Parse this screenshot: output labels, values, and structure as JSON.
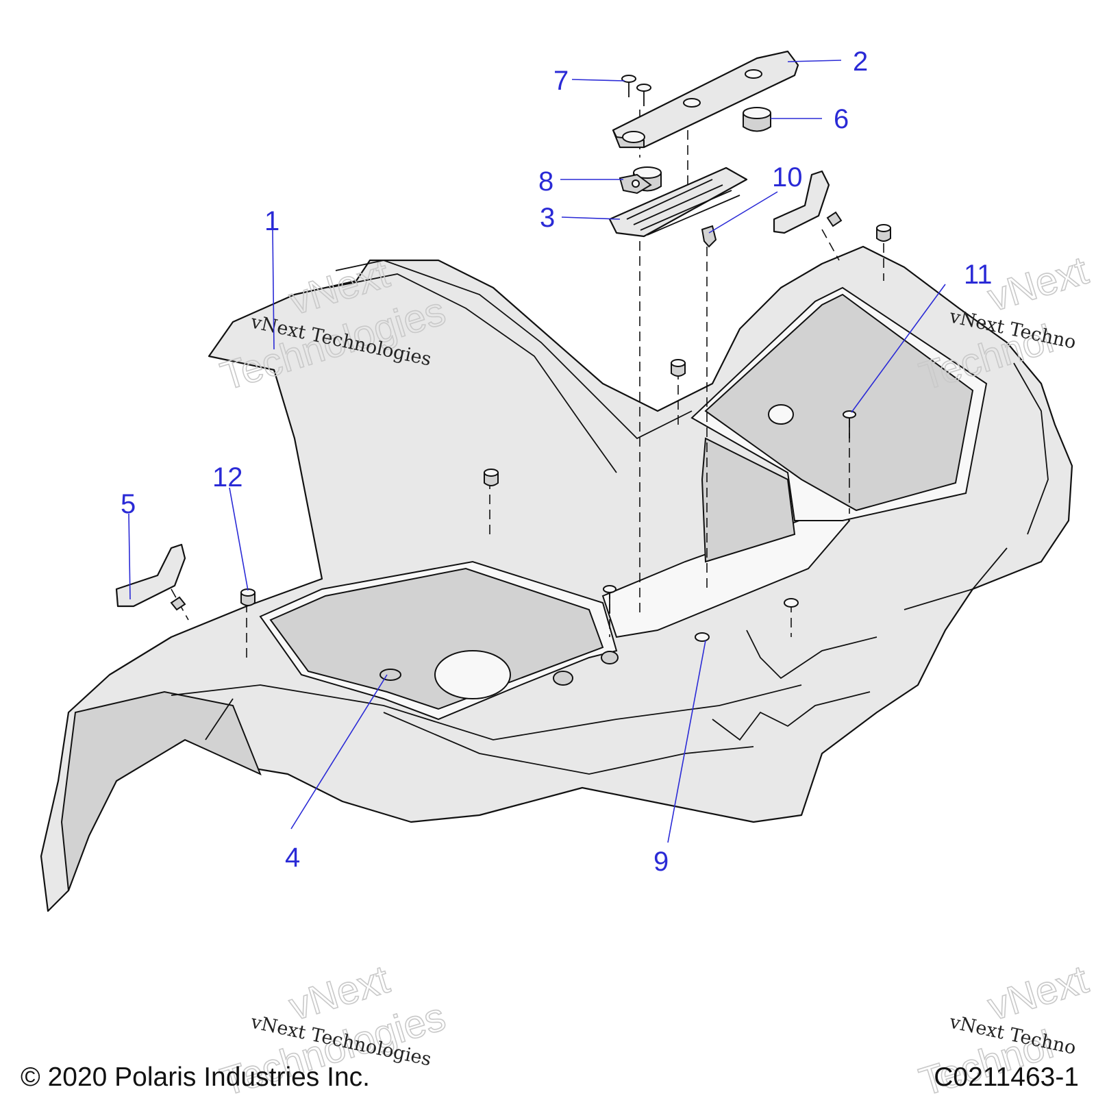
{
  "callouts": [
    "1",
    "2",
    "3",
    "4",
    "5",
    "6",
    "7",
    "8",
    "9",
    "10",
    "11",
    "12"
  ],
  "watermark": {
    "brand": "vNext Technologies",
    "outline_line1": "vNext",
    "outline_line2": "Technologies",
    "clipped_right": "vNext Techno",
    "clipped_outline1": "vNext",
    "clipped_outline2": "Technol"
  },
  "footer": {
    "copyright": "© 2020 Polaris Industries Inc.",
    "drawing_number": "C0211463-1"
  }
}
